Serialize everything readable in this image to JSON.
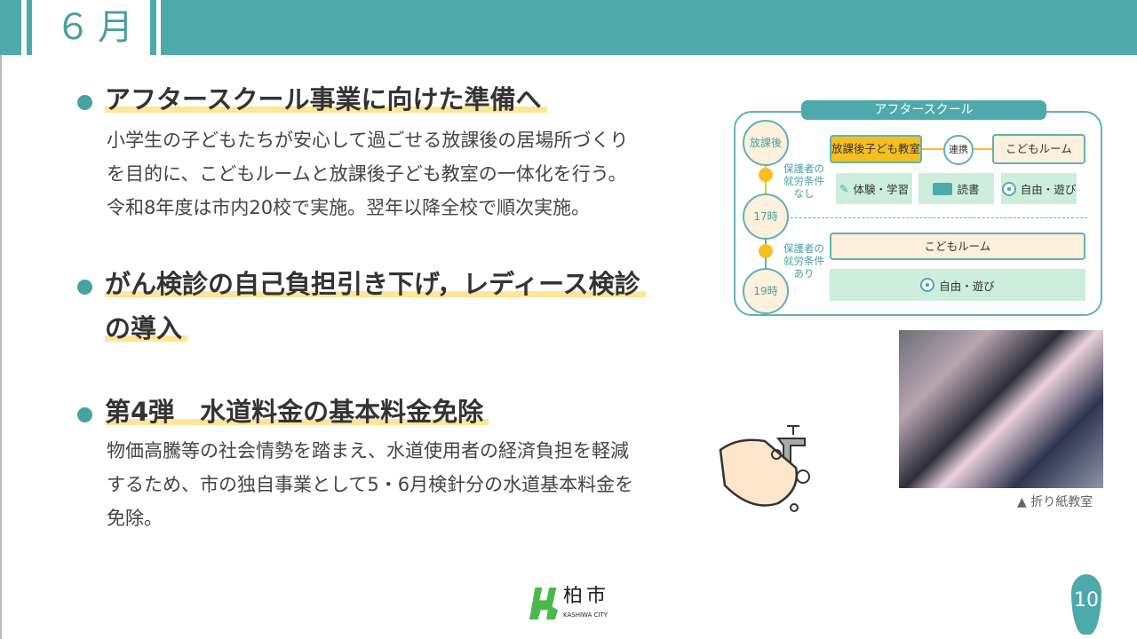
{
  "header": {
    "month": "６月"
  },
  "sections": [
    {
      "heading_lines": [
        "アフタースクール事業に向けた準備へ"
      ],
      "body": [
        "小学生の子どもたちが安心して過ごせる放課後の居場所づくり",
        "を目的に、こどもルームと放課後子ども教室の一体化を行う。",
        "令和8年度は市内20校で実施。翌年以降全校で順次実施。"
      ]
    },
    {
      "heading_lines": [
        "がん検診の自己負担引き下げ，レディース検診",
        "の導入"
      ],
      "body": []
    },
    {
      "heading_lines": [
        "第4弾　水道料金の基本料金免除"
      ],
      "body": [
        "物価高騰等の社会情勢を踏まえ、水道使用者の経済負担を軽減",
        "するため、市の独自事業として5・6月検針分の水道基本料金を",
        "免除。"
      ]
    }
  ],
  "diagram": {
    "title": "アフタースクール",
    "times": [
      "放課後",
      "17時",
      "19時"
    ],
    "condition_none": "保護者の就労条件なし",
    "condition_none_lines": [
      "保護者の",
      "就労条件",
      "なし"
    ],
    "condition_yes_lines": [
      "保護者の",
      "就労条件",
      "あり"
    ],
    "classroom": "放課後子ども教室",
    "link": "連携",
    "kodomo_room": "こどもルーム",
    "activities": [
      {
        "label": "体験・学習",
        "icon": "pencil-icon"
      },
      {
        "label": "読書",
        "icon": "book-icon"
      },
      {
        "label": "自由・遊び",
        "icon": "soccer-ball-icon"
      }
    ],
    "kodomo_room2": "こどもルーム",
    "free_play": "自由・遊び",
    "colors": {
      "teal": "#4eaaaa",
      "orange": "#f5bf22",
      "cream": "#fdf0dc",
      "mint": "#cdeedd"
    }
  },
  "photo": {
    "caption": "▲ 折り紙教室"
  },
  "footer": {
    "logo_kanji": "柏市",
    "logo_en": "KASHIWA CITY",
    "page": "10"
  }
}
